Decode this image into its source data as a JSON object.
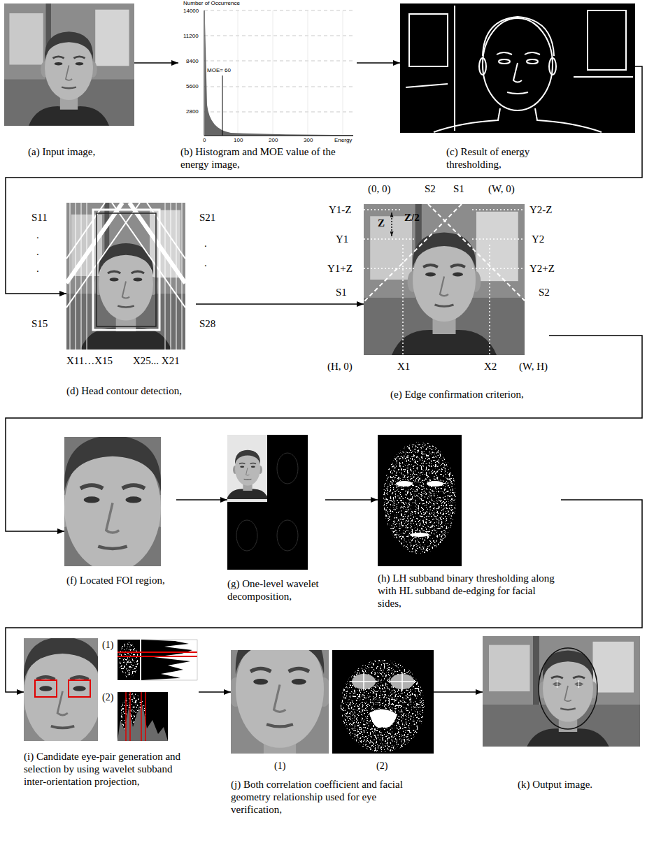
{
  "diagram": {
    "nodes": [
      {
        "text": [
          "(a) Input image,"
        ]
      },
      {
        "text": [
          "(b) Histogram and MOE value of the energy image,"
        ]
      },
      {
        "text": [
          "(c) Result of energy thresholding,"
        ]
      },
      {
        "text": [
          "(d) Head contour detection,"
        ]
      },
      {
        "text": [
          "(e) Edge confirmation criterion,"
        ]
      },
      {
        "text": [
          "(f) Located FOI region,"
        ]
      },
      {
        "text": [
          "(g) One-level wavelet decomposition,"
        ]
      },
      {
        "text": [
          "(h) LH subband binary thresholding along with HL subband de-edging for facial sides,"
        ]
      },
      {
        "text": [
          "(i) Candidate eye-pair generation and selection by using wavelet subband inter-orientation projection,"
        ]
      },
      {
        "text": [
          "(j) Both correlation coefficient and facial geometry relationship used for eye verification,"
        ]
      },
      {
        "text": [
          "(k) Output image."
        ]
      }
    ],
    "edges": [
      {
        "from": 0,
        "to": 1,
        "arrow": "to"
      },
      {
        "from": 1,
        "to": 2,
        "arrow": "to"
      },
      {
        "from": 2,
        "to": 3,
        "arrow": "to"
      },
      {
        "from": 3,
        "to": 4,
        "arrow": "to"
      },
      {
        "from": 4,
        "to": 5,
        "arrow": "to"
      },
      {
        "from": 5,
        "to": 6,
        "arrow": "to"
      },
      {
        "from": 6,
        "to": 7,
        "arrow": "to"
      },
      {
        "from": 7,
        "to": 8,
        "arrow": "to"
      },
      {
        "from": 8,
        "to": 9,
        "arrow": "to"
      },
      {
        "from": 9,
        "to": 10,
        "arrow": "to"
      }
    ],
    "labels": [
      "Number of Occurrence",
      "14000",
      "11200",
      "8400",
      "5600",
      "2800",
      "MOE= 60",
      "0",
      "100",
      "200",
      "300",
      "Energy",
      "S11",
      ".",
      ".",
      ".",
      "S15",
      "S21",
      ".",
      ".",
      "S28",
      "X11…X15",
      "X25... X21",
      "(0, 0)",
      "S2",
      "S1",
      "(W, 0)",
      "Y1-Z",
      "Z",
      "Z/2",
      "Y2-Z",
      "Y1",
      "Y2",
      "Y1+Z",
      "Y2+Z",
      "S1",
      "S2",
      "(H, 0)",
      "X1",
      "X2",
      "(W, H)",
      "(1)",
      "(2)",
      "(1)",
      "(2)"
    ]
  }
}
